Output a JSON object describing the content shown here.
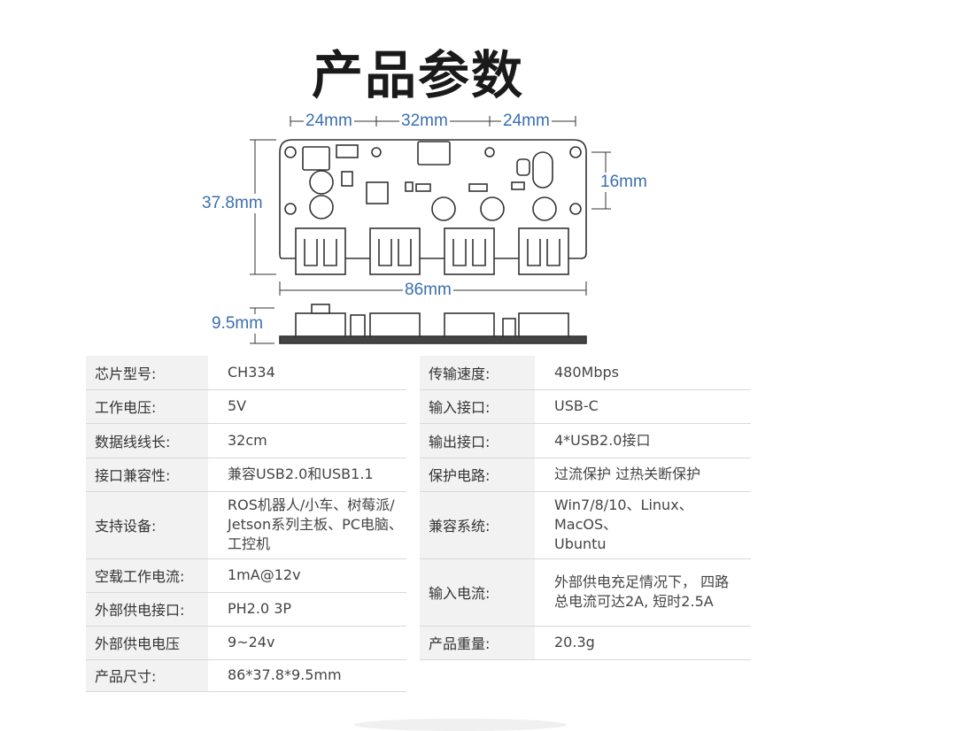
{
  "page": {
    "title": "产品参数"
  },
  "dimensions": {
    "left_margin": "24mm",
    "center_spacing": "32mm",
    "right_margin": "24mm",
    "height": "37.8mm",
    "hole_spacing": "16mm",
    "width": "86mm",
    "thickness": "9.5mm"
  },
  "specs_left": [
    {
      "key": "芯片型号:",
      "value": "CH334"
    },
    {
      "key": "工作电压:",
      "value": "5V"
    },
    {
      "key": "数据线线长:",
      "value": "32cm"
    },
    {
      "key": "接口兼容性:",
      "value": "兼容USB2.0和USB1.1"
    },
    {
      "key": "支持设备:",
      "value": "ROS机器人/小车、树莓派/\nJetson系列主板、PC电脑、\n工控机"
    },
    {
      "key": "空载工作电流:",
      "value": "1mA@12v"
    },
    {
      "key": "外部供电接口:",
      "value": "PH2.0 3P"
    },
    {
      "key": "外部供电电压",
      "value": "9~24v"
    },
    {
      "key": "产品尺寸:",
      "value": "86*37.8*9.5mm"
    }
  ],
  "specs_right": [
    {
      "key": "传输速度:",
      "value": "480Mbps"
    },
    {
      "key": "输入接口:",
      "value": "USB-C"
    },
    {
      "key": "输出接口:",
      "value": "4*USB2.0接口"
    },
    {
      "key": "保护电路:",
      "value": "过流保护 过热关断保护"
    },
    {
      "key": "兼容系统:",
      "value": "Win7/8/10、Linux、MacOS、\nUbuntu"
    },
    {
      "key": "输入电流:",
      "value": "外部供电充足情况下， 四路\n总电流可达2A, 短时2.5A"
    },
    {
      "key": "产品重量:",
      "value": "20.3g"
    }
  ]
}
